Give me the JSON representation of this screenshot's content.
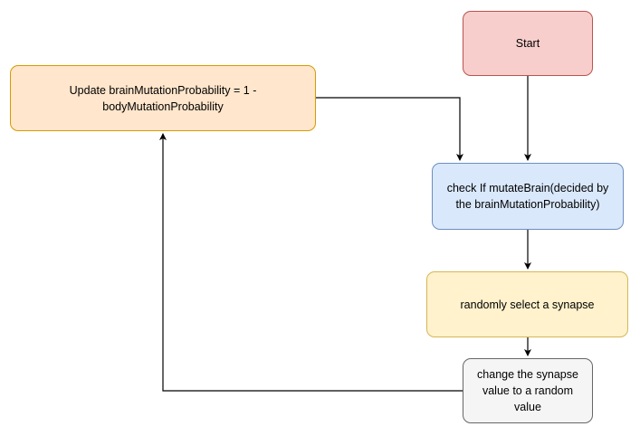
{
  "nodes": {
    "start": {
      "label": "Start",
      "fill": "#f8cecc",
      "stroke": "#b85450"
    },
    "update": {
      "label": "Update brainMutationProbability = 1 - bodyMutationProbability",
      "fill": "#ffe6cc",
      "stroke": "#d79b00"
    },
    "check": {
      "label": "check If mutateBrain(decided by the brainMutationProbability)",
      "fill": "#dae8fc",
      "stroke": "#6c8ebf"
    },
    "select": {
      "label": "randomly select a synapse",
      "fill": "#fff2cc",
      "stroke": "#d6b656"
    },
    "change": {
      "label": "change the synapse value to a random value",
      "fill": "#f5f5f5",
      "stroke": "#666666"
    }
  },
  "edge_color": "#000000"
}
